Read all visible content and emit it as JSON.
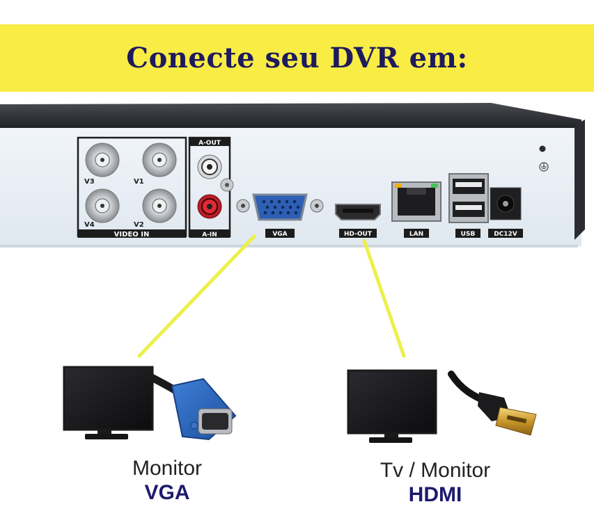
{
  "banner": {
    "title": "Conecte seu DVR em:"
  },
  "dvr": {
    "video_in": {
      "channels": [
        "V3",
        "V1",
        "V4",
        "V2"
      ],
      "label": "VIDEO IN"
    },
    "audio": {
      "out_label": "A-OUT",
      "in_label": "A-IN"
    },
    "ports": {
      "vga": "VGA",
      "hdmi": "HD-OUT",
      "lan": "LAN",
      "usb": "USB",
      "power": "DC12V"
    }
  },
  "displays": {
    "vga": {
      "line1": "Monitor",
      "line2": "VGA"
    },
    "hdmi": {
      "line1": "Tv / Monitor",
      "line2": "HDMI"
    }
  },
  "colors": {
    "banner": "#f8ec45",
    "title": "#1e1a5e",
    "accent": "#1e1a6e",
    "connector_line": "#ecf04a",
    "dvr_panel": "#e9f0f7",
    "dvr_case": "#2c2d31"
  }
}
